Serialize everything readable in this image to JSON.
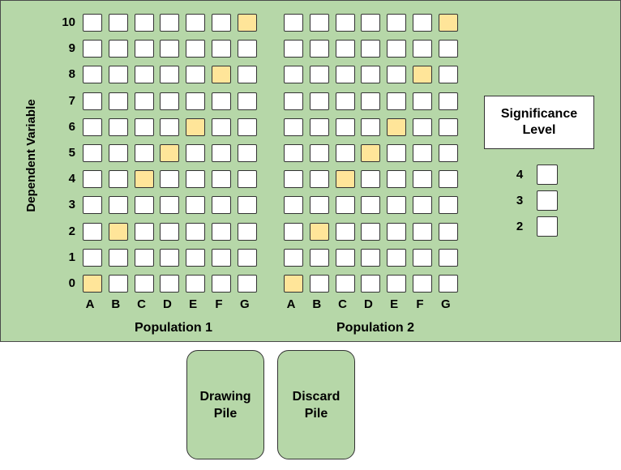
{
  "axis": {
    "y_title": "Dependent Variable",
    "y_labels": [
      "10",
      "9",
      "8",
      "7",
      "6",
      "5",
      "4",
      "3",
      "2",
      "1",
      "0"
    ],
    "x_labels": [
      "A",
      "B",
      "C",
      "D",
      "E",
      "F",
      "G"
    ]
  },
  "populations": [
    {
      "title": "Population 1",
      "highlighted": {
        "A": "0",
        "B": "2",
        "C": "4",
        "D": "5",
        "E": "6",
        "F": "8",
        "G": "10"
      }
    },
    {
      "title": "Population 2",
      "highlighted": {
        "A": "0",
        "B": "2",
        "C": "4",
        "D": "5",
        "E": "6",
        "F": "8",
        "G": "10"
      }
    }
  ],
  "significance": {
    "title": "Significance\nLevel",
    "levels": [
      "4",
      "3",
      "2"
    ]
  },
  "piles": {
    "drawing": "Drawing\nPile",
    "discard": "Discard\nPile"
  },
  "colors": {
    "board": "#b6d7a8",
    "highlight": "#ffe599",
    "cell": "#ffffff"
  }
}
